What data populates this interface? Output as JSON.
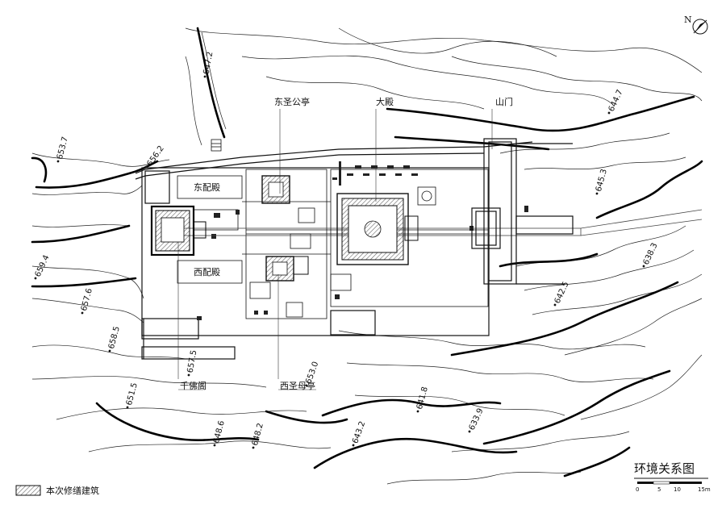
{
  "map": {
    "title": "环境关系图",
    "north_label": "N",
    "legend": {
      "label": "本次修缮建筑"
    },
    "scale": {
      "ticks": [
        "0",
        "5",
        "10",
        "15m"
      ]
    },
    "buildings": [
      {
        "id": "dongsheng-gongting",
        "label": "东圣公亭"
      },
      {
        "id": "dadian",
        "label": "大殿"
      },
      {
        "id": "shanmen",
        "label": "山门"
      },
      {
        "id": "dongpeidian",
        "label": "东配殿"
      },
      {
        "id": "xipeidian",
        "label": "西配殿"
      },
      {
        "id": "qianfoge",
        "label": "千佛阁"
      },
      {
        "id": "xishengmuting",
        "label": "西圣母亭"
      }
    ],
    "elevations": [
      "647.2",
      "644.7",
      "653.7",
      "656.2",
      "645.3",
      "659.4",
      "638.3",
      "657.6",
      "642.5",
      "658.5",
      "657.5",
      "653.0",
      "651.5",
      "641.8",
      "648.6",
      "648.2",
      "643.2",
      "633.9"
    ],
    "colors": {
      "ink": "#111111",
      "hatch": "#777777",
      "paper": "#ffffff"
    }
  }
}
